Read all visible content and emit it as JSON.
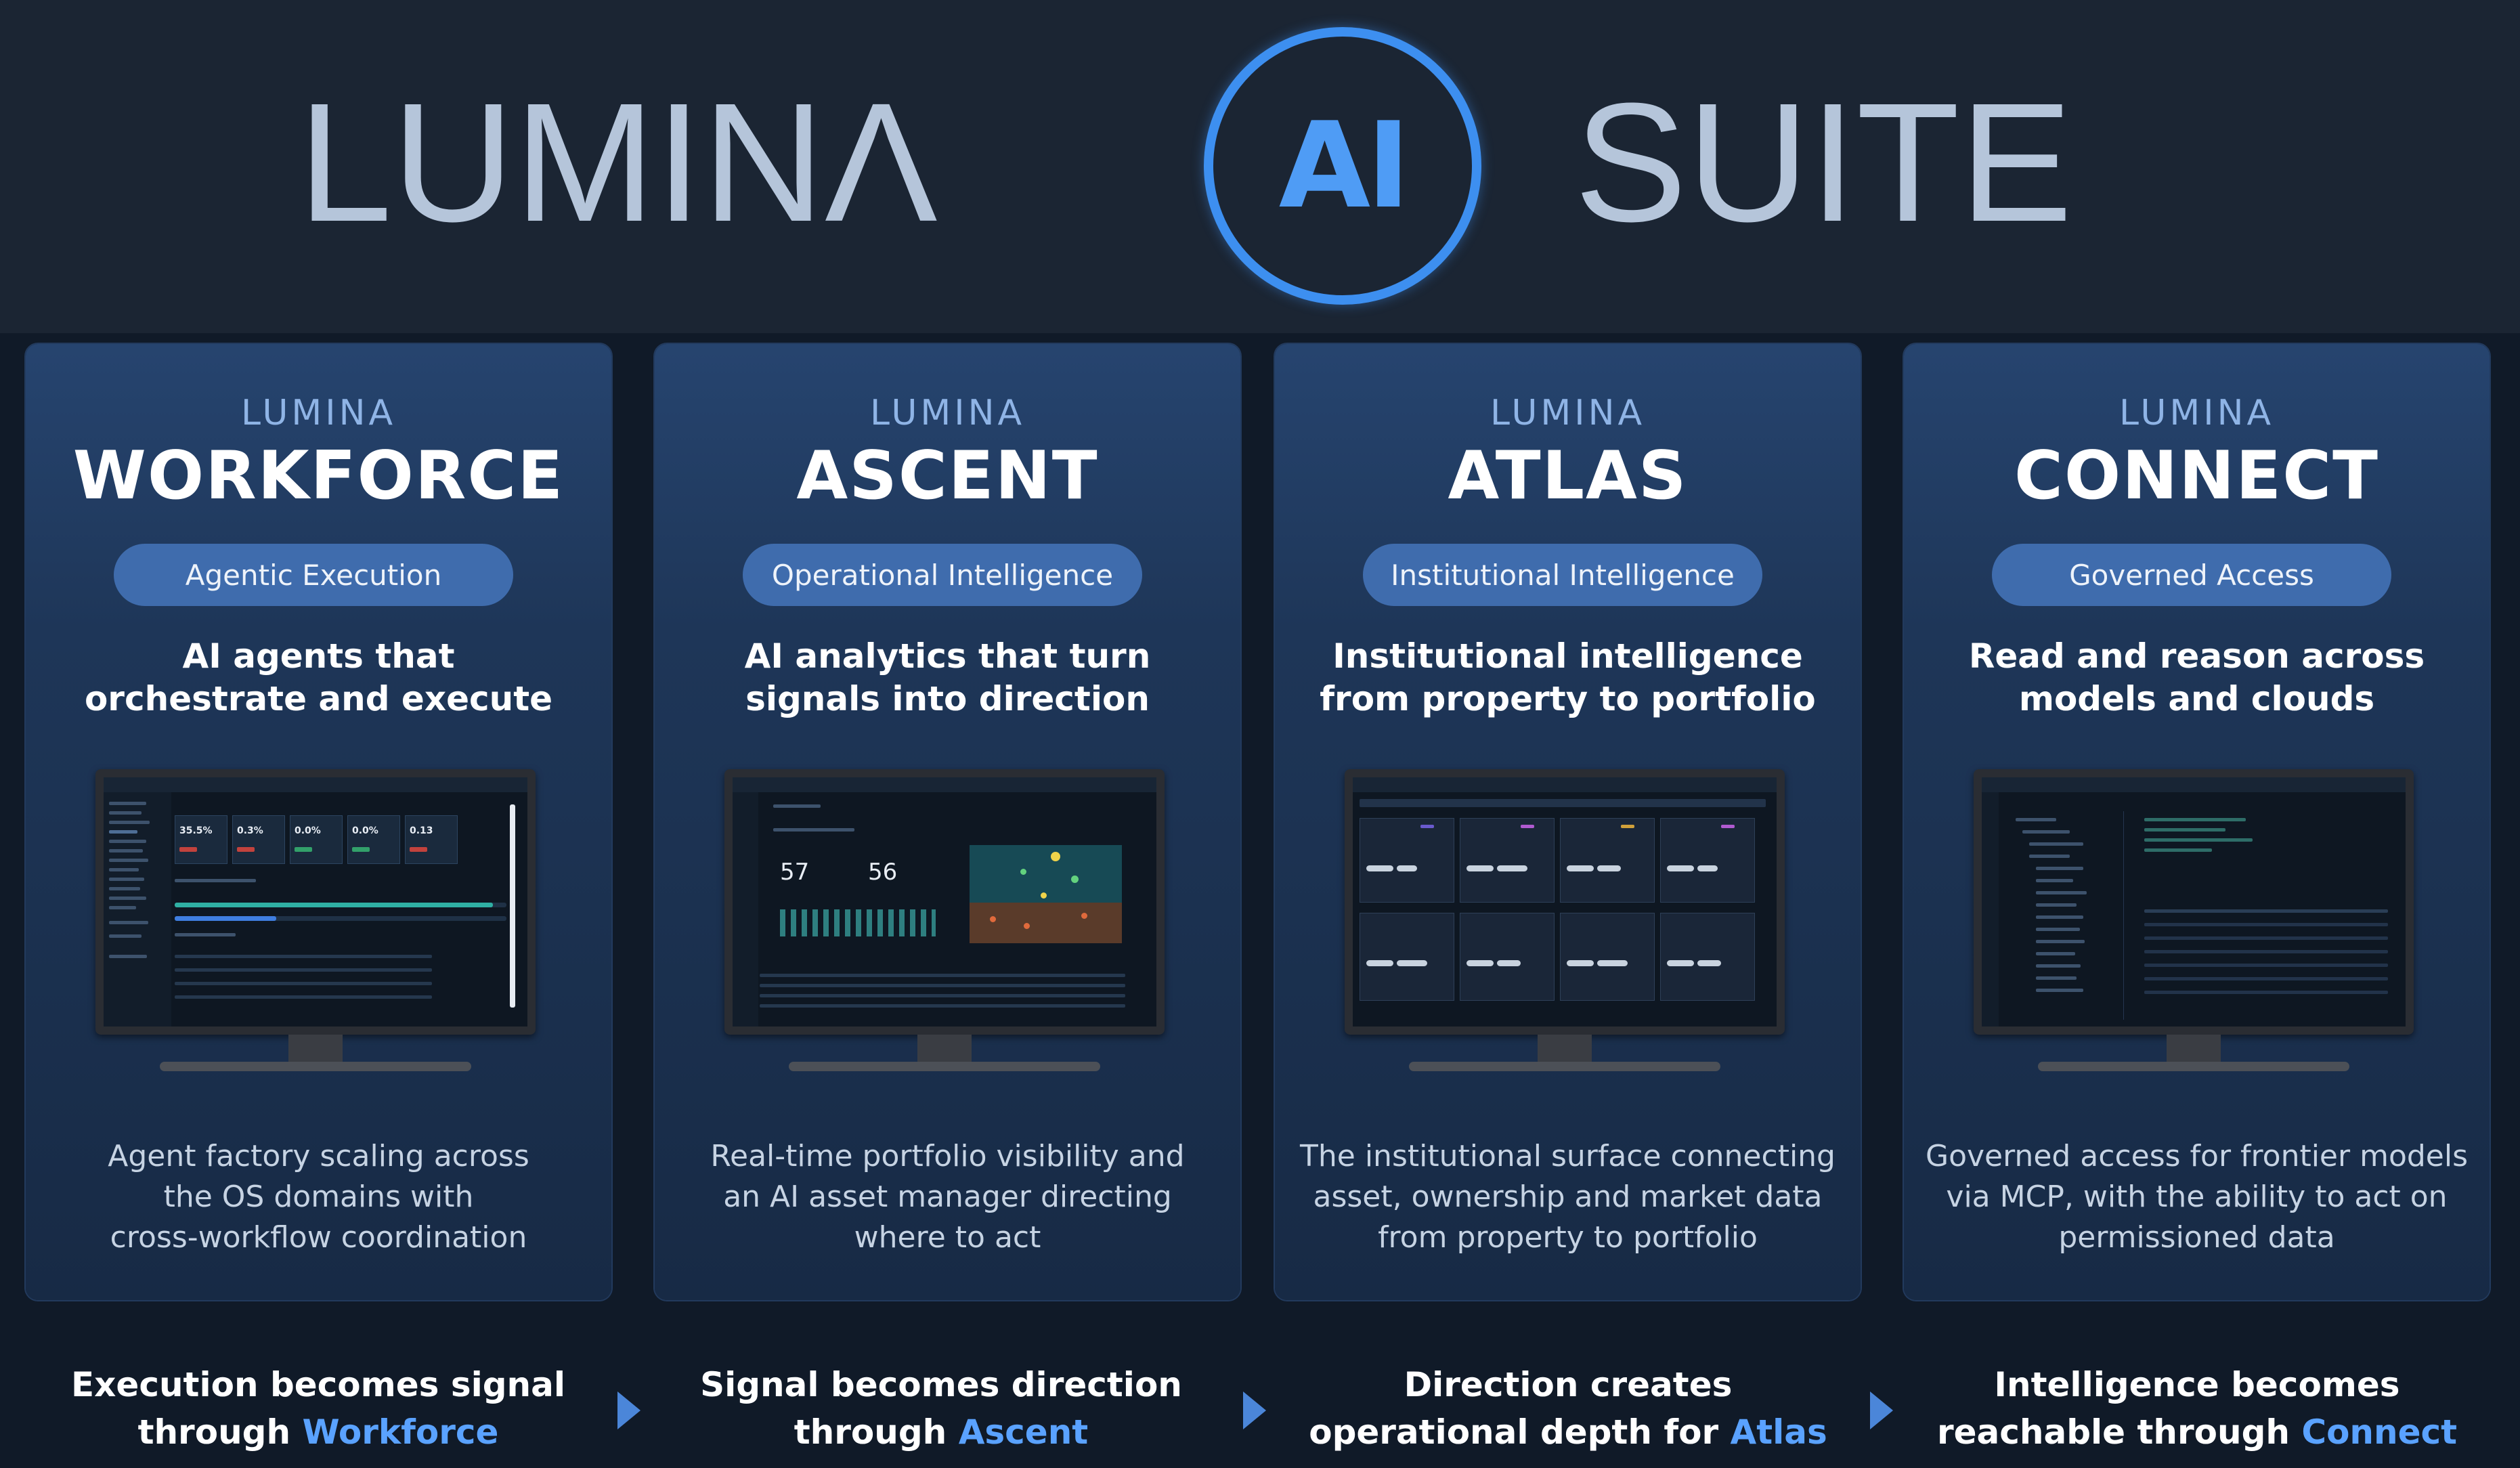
{
  "header": {
    "brand_left": "LUMINΛ",
    "ai_badge": "AI",
    "brand_right": "SUITE"
  },
  "cards": [
    {
      "brand": "LUMINA",
      "product": "WORKFORCE",
      "pill": "Agentic Execution",
      "tagline_1": "AI agents that",
      "tagline_2": "orchestrate and execute",
      "desc_1": "Agent factory scaling across",
      "desc_2": "the OS domains with",
      "desc_3": "cross-workflow coordination",
      "screen": {
        "title": "Render Reporting",
        "subtitle": "AI Leasing",
        "kpis": [
          "35.5%",
          "0.3%",
          "0.0%",
          "0.0%",
          "0.13"
        ]
      }
    },
    {
      "brand": "LUMINA",
      "product": "ASCENT",
      "pill": "Operational Intelligence",
      "tagline_1": "AI analytics that turn",
      "tagline_2": "signals into direction",
      "desc_1": "Real-time portfolio visibility and",
      "desc_2": "an AI asset manager directing",
      "desc_3": "where to act",
      "screen": {
        "title": "REALPAGE",
        "subtitle": "Portfolio",
        "kpis": [
          "57",
          "56"
        ]
      }
    },
    {
      "brand": "LUMINA",
      "product": "ATLAS",
      "pill": "Institutional Intelligence",
      "tagline_1": "Institutional intelligence",
      "tagline_2": "from property to portfolio",
      "desc_1": "The institutional surface connecting",
      "desc_2": "asset, ownership and market data",
      "desc_3": "from property to portfolio",
      "screen": {}
    },
    {
      "brand": "LUMINA",
      "product": "CONNECT",
      "pill": "Governed Access",
      "tagline_1": "Read and reason across",
      "tagline_2": "models and clouds",
      "desc_1": "Governed access for frontier models",
      "desc_2": "via MCP, with the ability to act on",
      "desc_3": "permissioned data",
      "screen": {}
    }
  ],
  "flow": [
    {
      "line_1": "Execution becomes signal",
      "line_2_prefix": "through ",
      "highlight": "Workforce"
    },
    {
      "line_1": "Signal becomes direction",
      "line_2_prefix": "through ",
      "highlight": "Ascent"
    },
    {
      "line_1": "Direction creates",
      "line_2_prefix": "operational depth for ",
      "highlight": "Atlas"
    },
    {
      "line_1": "Intelligence becomes",
      "line_2_prefix": "reachable through ",
      "highlight": "Connect"
    }
  ],
  "colors": {
    "header_bg": "#1b2533",
    "wordmark": "#b5c5da",
    "ai_accent": "#3d8ff0",
    "card_top": "#26446f",
    "pill": "#3f6cad",
    "highlight": "#5aa2ff"
  }
}
